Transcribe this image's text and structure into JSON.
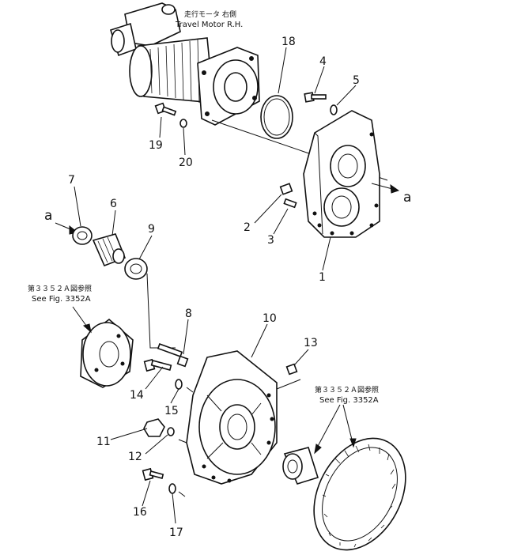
{
  "labels": {
    "travel_motor_jp": "走行モータ 右側",
    "travel_motor_en": "Travel Motor R.H.",
    "ref_fig_jp_upper": "第３３５２Ａ図参照",
    "ref_fig_en_upper": "See Fig. 3352A",
    "ref_fig_jp_lower": "第３３５２Ａ図参照",
    "ref_fig_en_lower": "See Fig. 3352A",
    "arrow_ref_left": "a",
    "arrow_ref_right": "a"
  },
  "callouts": {
    "p1": "1",
    "p2": "2",
    "p3": "3",
    "p4": "4",
    "p5": "5",
    "p6": "6",
    "p7": "7",
    "p8": "8",
    "p9": "9",
    "p10": "10",
    "p11": "11",
    "p12": "12",
    "p13": "13",
    "p14": "14",
    "p15": "15",
    "p16": "16",
    "p17": "17",
    "p18": "18",
    "p19": "19",
    "p20": "20"
  }
}
